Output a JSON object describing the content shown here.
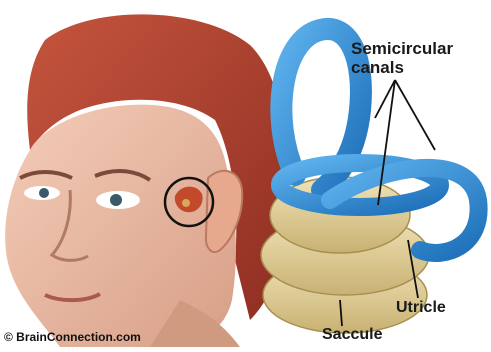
{
  "labels": {
    "semicircular_line1": "Semicircular",
    "semicircular_line2": "canals",
    "utricle": "Utricle",
    "saccule": "Saccule"
  },
  "credit": "© BrainConnection.com",
  "colors": {
    "canal_blue": "#2f8fd8",
    "saccule_tan": "#e3d19a",
    "hair_red": "#b8432f",
    "skin": "#e8b9a2"
  }
}
